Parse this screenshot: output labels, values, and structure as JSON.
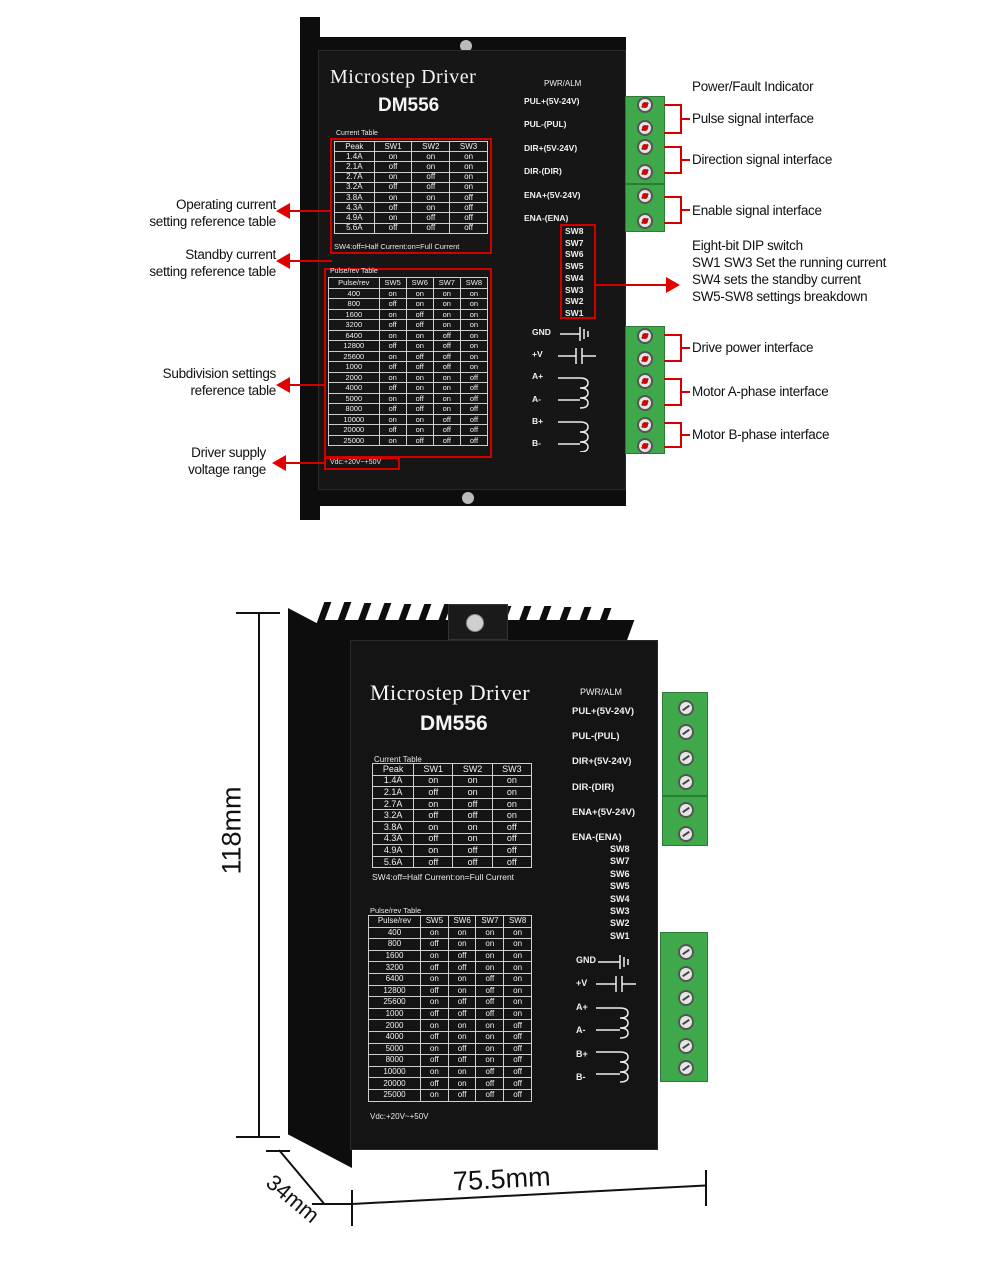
{
  "device": {
    "title": "Microstep Driver",
    "model": "DM556",
    "current_table_label": "Current Table",
    "current_headers": [
      "Peak",
      "SW1",
      "SW2",
      "SW3"
    ],
    "current_rows": [
      [
        "1.4A",
        "on",
        "on",
        "on"
      ],
      [
        "2.1A",
        "off",
        "on",
        "on"
      ],
      [
        "2.7A",
        "on",
        "off",
        "on"
      ],
      [
        "3.2A",
        "off",
        "off",
        "on"
      ],
      [
        "3.8A",
        "on",
        "on",
        "off"
      ],
      [
        "4.3A",
        "off",
        "on",
        "off"
      ],
      [
        "4.9A",
        "on",
        "off",
        "off"
      ],
      [
        "5.6A",
        "off",
        "off",
        "off"
      ]
    ],
    "sw4_note": "SW4:off=Half Current:on=Full Current",
    "pulse_table_label": "Pulse/rev Table",
    "pulse_headers": [
      "Pulse/rev",
      "SW5",
      "SW6",
      "SW7",
      "SW8"
    ],
    "pulse_rows": [
      [
        "400",
        "on",
        "on",
        "on",
        "on"
      ],
      [
        "800",
        "off",
        "on",
        "on",
        "on"
      ],
      [
        "1600",
        "on",
        "off",
        "on",
        "on"
      ],
      [
        "3200",
        "off",
        "off",
        "on",
        "on"
      ],
      [
        "6400",
        "on",
        "on",
        "off",
        "on"
      ],
      [
        "12800",
        "off",
        "on",
        "off",
        "on"
      ],
      [
        "25600",
        "on",
        "off",
        "off",
        "on"
      ],
      [
        "1000",
        "off",
        "off",
        "off",
        "on"
      ],
      [
        "2000",
        "on",
        "on",
        "on",
        "off"
      ],
      [
        "4000",
        "off",
        "on",
        "on",
        "off"
      ],
      [
        "5000",
        "on",
        "off",
        "on",
        "off"
      ],
      [
        "8000",
        "off",
        "off",
        "on",
        "off"
      ],
      [
        "10000",
        "on",
        "on",
        "off",
        "off"
      ],
      [
        "20000",
        "off",
        "on",
        "off",
        "off"
      ],
      [
        "25000",
        "on",
        "off",
        "off",
        "off"
      ]
    ],
    "vdc_note": "Vdc:+20V~+50V",
    "pwr_alm": "PWR/ALM",
    "signal_pins": [
      "PUL+(5V-24V)",
      "PUL-(PUL)",
      "DIR+(5V-24V)",
      "DIR-(DIR)",
      "ENA+(5V-24V)",
      "ENA-(ENA)"
    ],
    "dip_labels": [
      "SW8",
      "SW7",
      "SW6",
      "SW5",
      "SW4",
      "SW3",
      "SW2",
      "SW1"
    ],
    "power_pins": [
      "GND",
      "+V",
      "A+",
      "A-",
      "B+",
      "B-"
    ]
  },
  "callouts": {
    "operating_current": [
      "Operating current",
      "setting reference table"
    ],
    "standby_current": [
      "Standby current",
      "setting reference table"
    ],
    "subdivision": [
      "Subdivision settings",
      "reference table"
    ],
    "supply_voltage": [
      "Driver supply",
      "voltage range"
    ],
    "power_fault": "Power/Fault Indicator",
    "pulse_signal": "Pulse signal interface",
    "direction_signal": "Direction signal interface",
    "enable_signal": "Enable signal interface",
    "dip_switch": [
      "Eight-bit DIP switch",
      "SW1 SW3 Set the running current",
      "SW4 sets the standby current",
      "SW5-SW8 settings breakdown"
    ],
    "drive_power": "Drive power interface",
    "motor_a": "Motor A-phase interface",
    "motor_b": "Motor B-phase interface"
  },
  "dimensions": {
    "height": "118mm",
    "width": "75.5mm",
    "depth": "34mm"
  },
  "colors": {
    "callout_red": "#e10000",
    "terminal_green": "#3fa84a",
    "device_black": "#161616"
  }
}
